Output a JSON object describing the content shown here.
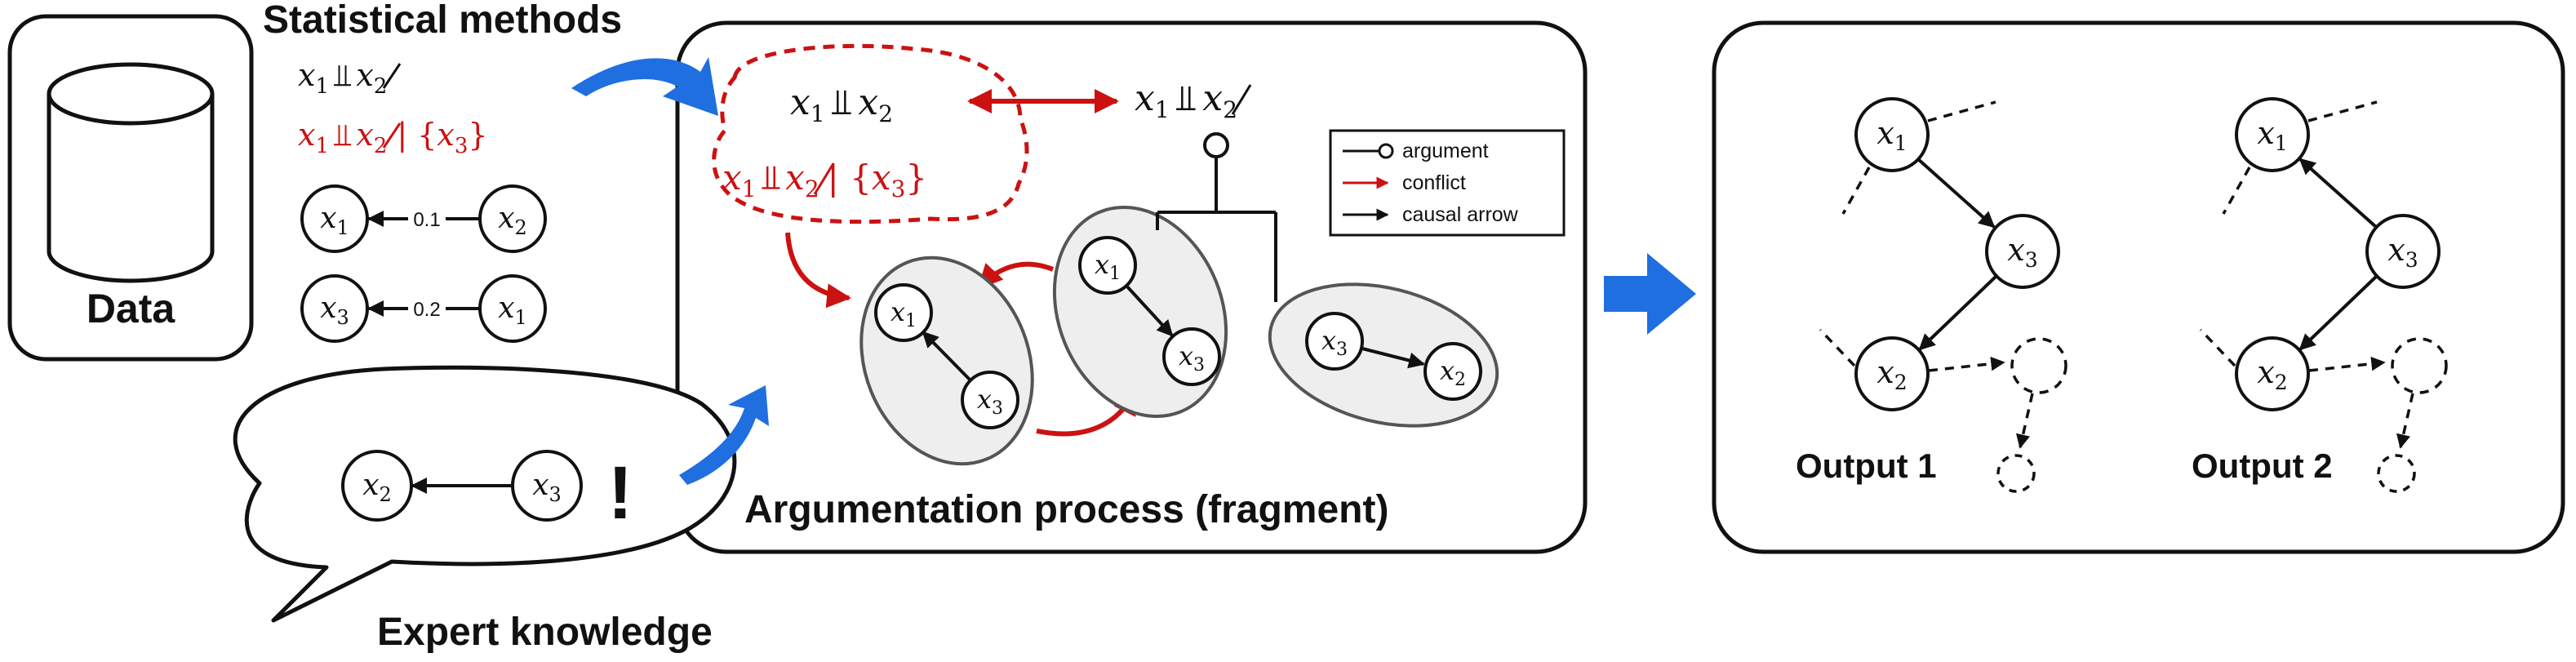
{
  "labels": {
    "data": "Data",
    "statistical_methods": "Statistical methods",
    "expert_knowledge": "Expert knowledge",
    "argumentation_process": "Argumentation process (fragment)",
    "output1": "Output 1",
    "output2": "Output 2",
    "exclamation": "!"
  },
  "legend": {
    "argument": "argument",
    "conflict": "conflict",
    "causal_arrow": "causal arrow"
  },
  "statements": {
    "s1": {
      "a": "x",
      "a_sub": "1",
      "rel": "⫫̸",
      "b": "x",
      "b_sub": "2",
      "cond": ""
    },
    "s2": {
      "a": "x",
      "a_sub": "1",
      "rel": "⫫̸",
      "b": "x",
      "b_sub": "2",
      "cond": "| {x3}"
    }
  },
  "edge_weights": {
    "w1": "0.1",
    "w2": "0.2"
  },
  "colors": {
    "conflict": "#cc1111",
    "flow_arrow": "#1f6fe0",
    "fragment_fill": "#eeeeee",
    "text": "#111111"
  }
}
